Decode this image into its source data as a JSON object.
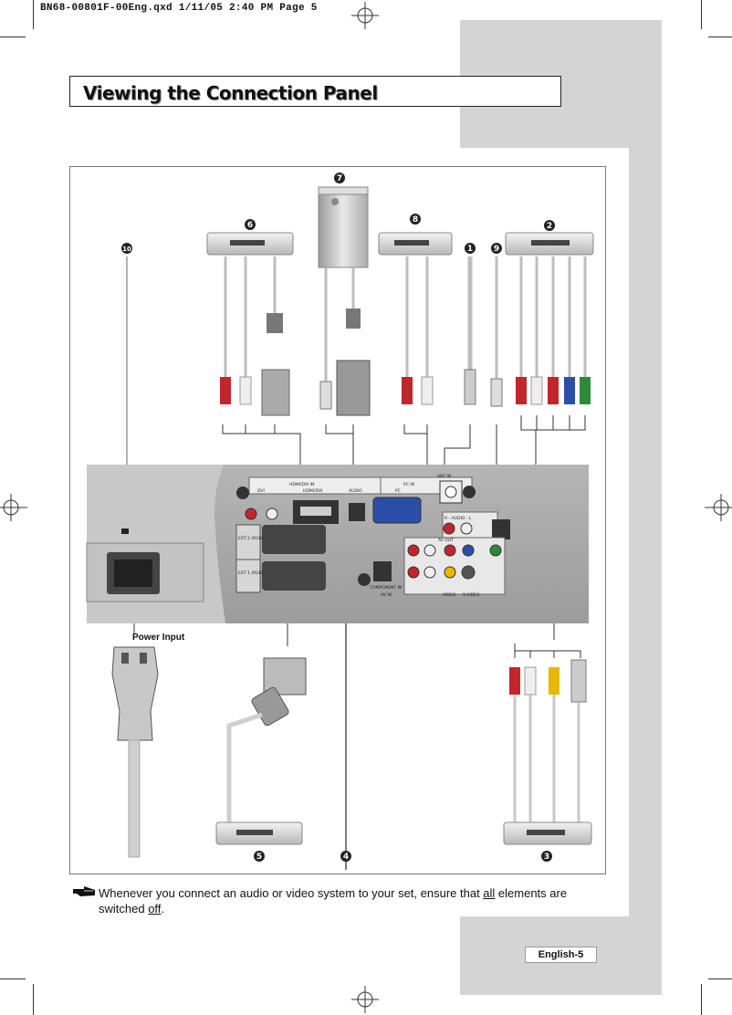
{
  "slug_line": "BN68-00801F-00Eng.qxd   1/11/05  2:40 PM   Page 5",
  "title": "Viewing the Connection Panel",
  "figure": {
    "callouts": [
      "1",
      "2",
      "3",
      "4",
      "5",
      "6",
      "7",
      "8",
      "9",
      "10"
    ],
    "power_input_label": "Power Input",
    "panel_labels": {
      "hdmi_dvi_in": "HDMI/DVI IN",
      "dvi": "DVI",
      "hdmi_dvi": "HDMI/DVI",
      "pc_in": "PC IN",
      "audio": "AUDIO",
      "pc": "PC",
      "ant_in": "ANT IN",
      "audio_r_l": "R - AUDIO - L",
      "ext2": "EXT 2 (RGB)",
      "ext1": "EXT 1 (RGB)",
      "component_in": "COMPONENT IN",
      "av_in": "AV IN",
      "video": "VIDEO",
      "s_video": "S-VIDEO",
      "av_out": "AV OUT"
    }
  },
  "note": {
    "before": "Whenever you connect an audio or video system to your set, ensure that ",
    "all": "all",
    "middle": " elements are switched ",
    "off": "off",
    "after": "."
  },
  "folio": "English-5"
}
